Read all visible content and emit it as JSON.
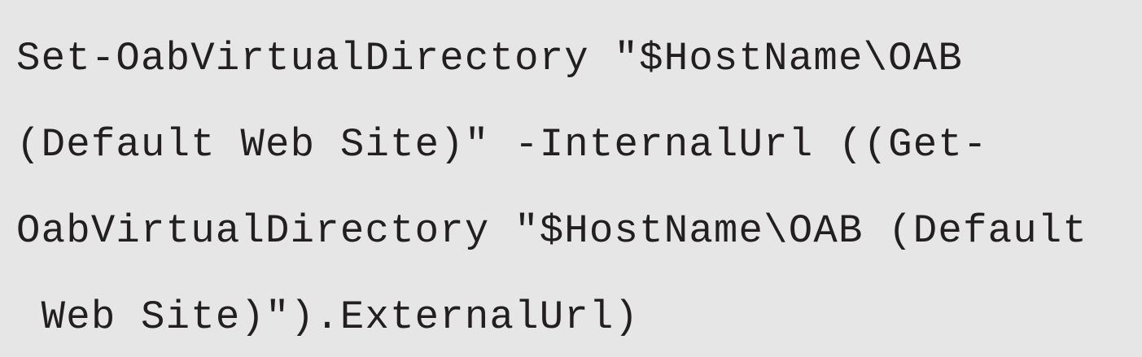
{
  "code": {
    "lines": [
      "Set-OabVirtualDirectory \"$HostName\\OAB",
      "(Default Web Site)\" -InternalUrl ((Get-",
      "OabVirtualDirectory \"$HostName\\OAB (Default",
      " Web Site)\").ExternalUrl)"
    ]
  },
  "colors": {
    "background": "#e6e6e6",
    "text": "#231f20"
  }
}
